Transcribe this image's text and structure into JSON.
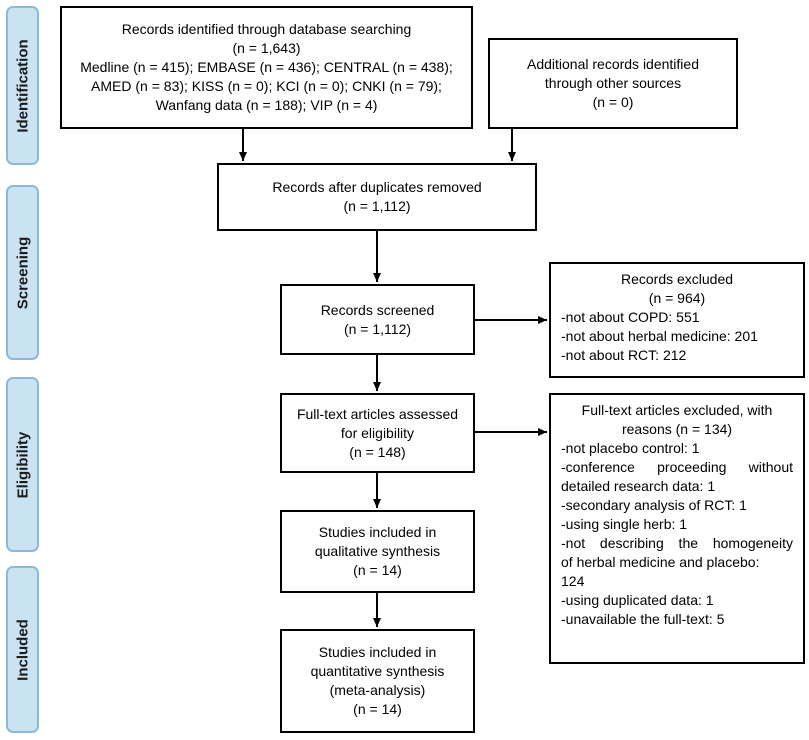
{
  "stages": {
    "identification": "Identification",
    "screening": "Screening",
    "eligibility": "Eligibility",
    "included": "Included"
  },
  "boxes": {
    "database_search": {
      "lines": [
        "Records identified through database searching",
        "(n = 1,643)",
        "Medline (n = 415); EMBASE (n = 436); CENTRAL (n = 438);",
        "AMED (n = 83); KISS (n = 0); KCI (n = 0); CNKI (n = 79);",
        "Wanfang data (n = 188); VIP (n = 4)"
      ]
    },
    "other_sources": {
      "lines": [
        "Additional records identified",
        "through other sources",
        "(n = 0)"
      ]
    },
    "duplicates_removed": {
      "lines": [
        "Records after duplicates removed",
        "(n = 1,112)"
      ]
    },
    "records_screened": {
      "lines": [
        "Records screened",
        "(n = 1,112)"
      ]
    },
    "records_excluded": {
      "header": [
        "Records excluded",
        "(n = 964)"
      ],
      "items": [
        "-not about COPD: 551",
        "-not about herbal medicine: 201",
        "-not about RCT: 212"
      ]
    },
    "fulltext_assessed": {
      "lines": [
        "Full-text articles assessed",
        "for eligibility",
        "(n = 148)"
      ]
    },
    "fulltext_excluded": {
      "header": [
        "Full-text articles excluded, with",
        "reasons (n = 134)"
      ],
      "items": [
        "-not placebo control: 1",
        "-conference proceeding without",
        "detailed research data: 1",
        "-secondary analysis of RCT: 1",
        "-using single herb: 1",
        "-not describing the homogeneity",
        "of herbal medicine and placebo:",
        "124",
        "-using duplicated data: 1",
        "-unavailable the full-text: 5"
      ]
    },
    "qualitative": {
      "lines": [
        "Studies included in",
        "qualitative synthesis",
        "(n = 14)"
      ]
    },
    "quantitative": {
      "lines": [
        "Studies included in",
        "quantitative synthesis",
        "(meta-analysis)",
        "(n = 14)"
      ]
    }
  }
}
